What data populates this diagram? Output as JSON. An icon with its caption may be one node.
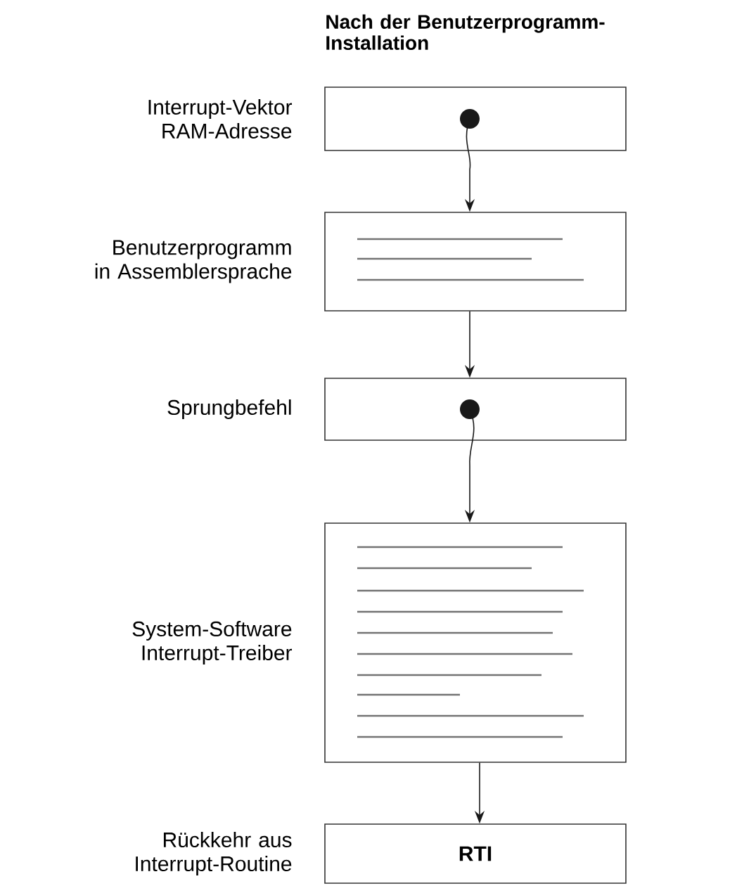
{
  "diagram": {
    "title": "Nach der Benutzerprogramm-Installation",
    "nodes": [
      {
        "text": [],
        "shape": "box",
        "beside": [
          "Interrupt-Vektor RAM-Adresse"
        ]
      },
      {
        "text": [],
        "shape": "box",
        "beside": [
          "Benutzerprogramm in Assemblersprache"
        ]
      },
      {
        "text": [],
        "shape": "box",
        "beside": [
          "Sprungbefehl"
        ]
      },
      {
        "text": [],
        "shape": "box",
        "beside": [
          "System-Software Interrupt-Treiber"
        ]
      },
      {
        "text": [
          "RTI"
        ],
        "beside": [
          "Rückkehr aus Interrupt-Routine"
        ]
      }
    ],
    "edges": [
      {
        "from": 0,
        "to": 1,
        "arrow": "to"
      },
      {
        "from": 1,
        "to": 2,
        "arrow": "to"
      },
      {
        "from": 2,
        "to": 3,
        "arrow": "to"
      },
      {
        "from": 3,
        "to": 4,
        "arrow": "to"
      }
    ]
  }
}
